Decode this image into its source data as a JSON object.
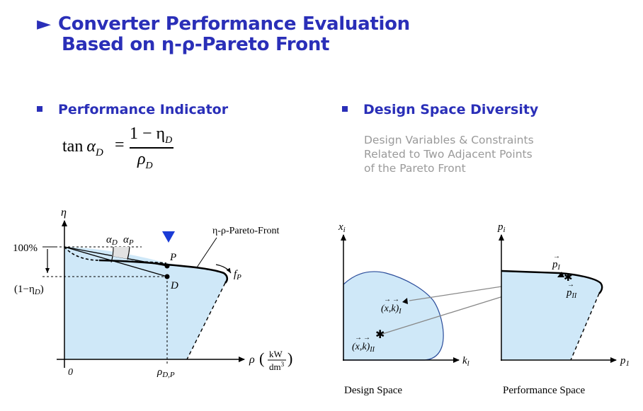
{
  "slide": {
    "title_line1": "Converter Performance Evaluation",
    "title_line2": "Based on η-ρ-Pareto Front"
  },
  "left_section": {
    "heading": "Performance Indicator",
    "formula": {
      "lhs": "tan",
      "alpha": "α",
      "sub_D": "D",
      "eq": "=",
      "numerator": "1 − η",
      "num_sub": "D",
      "denominator": "ρ",
      "den_sub": "D"
    }
  },
  "right_section": {
    "heading": "Design Space Diversity",
    "description": [
      "Design Variables & Constraints",
      "Related to Two Adjacent Points",
      "of the Pareto Front"
    ]
  },
  "left_diagram": {
    "y_axis_label": "η",
    "x_axis_label": "ρ",
    "x_unit_num": "kW",
    "x_unit_den": "dm",
    "x_unit_exp": "3",
    "label_100": "100%",
    "label_1_minus_eta": "(1−η",
    "label_1_minus_eta_sub": "D",
    "label_1_minus_eta_close": ")",
    "origin": "0",
    "rho_dp": "ρ",
    "rho_dp_sub": "D,P",
    "alpha_d": "α",
    "alpha_d_sub": "D",
    "alpha_p": "α",
    "alpha_p_sub": "P",
    "point_p": "P",
    "point_d": "D",
    "front_label": "η-ρ-Pareto-Front",
    "f_p": "f",
    "f_p_sub": "P",
    "marker_color": "#1a3bd6",
    "region_fill": "#cfe8f8"
  },
  "design_space": {
    "y_axis": "x",
    "y_axis_sub": "i",
    "x_axis": "k",
    "x_axis_sub": "l",
    "point_I": "(x,k)",
    "point_I_sub": "I",
    "point_II": "(x,k)",
    "point_II_sub": "II",
    "caption": "Design Space"
  },
  "performance_space": {
    "y_axis": "p",
    "y_axis_sub": "i",
    "x_axis": "p",
    "x_axis_sub": "1",
    "point_I": "p",
    "point_I_sub": "I",
    "point_II": "p",
    "point_II_sub": "II",
    "caption": "Performance Space"
  }
}
